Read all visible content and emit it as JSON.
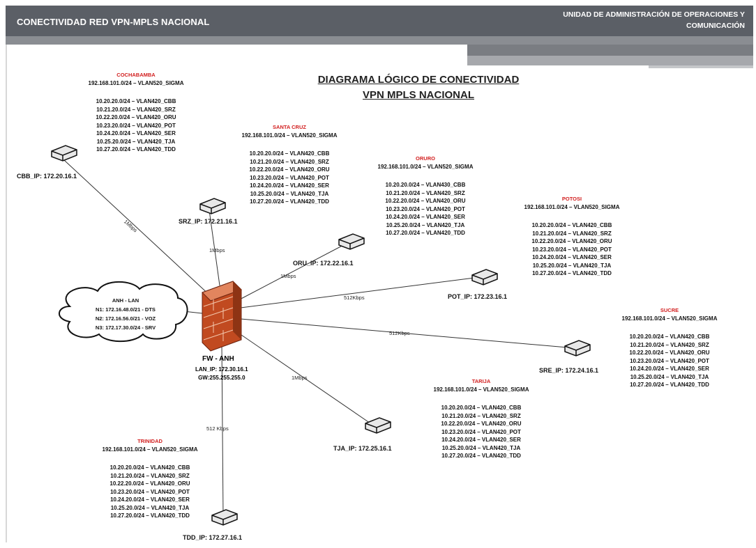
{
  "header": {
    "title": "CONECTIVIDAD RED VPN-MPLS NACIONAL",
    "unit_line1": "UNIDAD DE ADMINISTRACIÓN DE OPERACIONES Y",
    "unit_line2": "COMUNICACIÓN"
  },
  "diagram": {
    "title_line1": "DIAGRAMA LÓGICO DE CONECTIVIDAD",
    "title_line2": "VPN MPLS NACIONAL"
  },
  "core": {
    "firewall_label": "FW - ANH",
    "lan_ip": "LAN_IP: 172.30.16.1",
    "gw": "GW:255.255.255.0",
    "cloud": {
      "title": "ANH - LAN",
      "n1": "N1: 172.16.48.0/21 - DTS",
      "n2": "N2: 172.16.56.0/21 - VOZ",
      "n3": "N3: 172.17.30.0/24 - SRV"
    }
  },
  "sites": {
    "cbb": {
      "name": "COCHABAMBA",
      "vlan": "192.168.101.0/24 – VLAN520_SIGMA",
      "ip": "CBB_IP: 172.20.16.1",
      "bw": "1Mbps",
      "nets": [
        "10.20.20.0/24 – VLAN420_CBB",
        "10.21.20.0/24 – VLAN420_SRZ",
        "10.22.20.0/24 – VLAN420_ORU",
        "10.23.20.0/24 – VLAN420_POT",
        "10.24.20.0/24 – VLAN420_SER",
        "10.25.20.0/24 – VLAN420_TJA",
        "10.27.20.0/24 – VLAN420_TDD"
      ]
    },
    "srz": {
      "name": "SANTA CRUZ",
      "vlan": "192.168.101.0/24 – VLAN520_SIGMA",
      "ip": "SRZ_IP: 172.21.16.1",
      "bw": "1Mbps",
      "nets": [
        "10.20.20.0/24 – VLAN420_CBB",
        "10.21.20.0/24 – VLAN420_SRZ",
        "10.22.20.0/24 – VLAN420_ORU",
        "10.23.20.0/24 – VLAN420_POT",
        "10.24.20.0/24 – VLAN420_SER",
        "10.25.20.0/24 – VLAN420_TJA",
        "10.27.20.0/24 – VLAN420_TDD"
      ]
    },
    "oru": {
      "name": "ORURO",
      "vlan": "192.168.101.0/24 – VLAN520_SIGMA",
      "ip": "ORU_IP: 172.22.16.1",
      "bw": "1Mbps",
      "nets": [
        "10.20.20.0/24 – VLAN430_CBB",
        "10.21.20.0/24 – VLAN420_SRZ",
        "10.22.20.0/24 – VLAN420_ORU",
        "10.23.20.0/24 – VLAN420_POT",
        "10.24.20.0/24 – VLAN420_SER",
        "10.25.20.0/24 – VLAN420_TJA",
        "10.27.20.0/24 – VLAN420_TDD"
      ]
    },
    "pot": {
      "name": "POTOSI",
      "vlan": "192.168.101.0/24 – VLAN520_SIGMA",
      "ip": "POT_IP: 172.23.16.1",
      "bw": "512Kbps",
      "nets": [
        "10.20.20.0/24 – VLAN420_CBB",
        "10.21.20.0/24 – VLAN420_SRZ",
        "10.22.20.0/24 – VLAN420_ORU",
        "10.23.20.0/24 – VLAN420_POT",
        "10.24.20.0/24 – VLAN420_SER",
        "10.25.20.0/24 – VLAN420_TJA",
        "10.27.20.0/24 – VLAN420_TDD"
      ]
    },
    "sre": {
      "name": "SUCRE",
      "vlan": "192.168.101.0/24 – VLAN520_SIGMA",
      "ip": "SRE_IP: 172.24.16.1",
      "bw": "512Kbps",
      "nets": [
        "10.20.20.0/24 – VLAN420_CBB",
        "10.21.20.0/24 – VLAN420_SRZ",
        "10.22.20.0/24 – VLAN420_ORU",
        "10.23.20.0/24 – VLAN420_POT",
        "10.24.20.0/24 – VLAN420_SER",
        "10.25.20.0/24 – VLAN420_TJA",
        "10.27.20.0/24 – VLAN420_TDD"
      ]
    },
    "tja": {
      "name": "TARIJA",
      "vlan": "192.168.101.0/24 – VLAN520_SIGMA",
      "ip": "TJA_IP: 172.25.16.1",
      "bw": "1Mbps",
      "nets": [
        "10.20.20.0/24 – VLAN420_CBB",
        "10.21.20.0/24 – VLAN420_SRZ",
        "10.22.20.0/24 – VLAN420_ORU",
        "10.23.20.0/24 – VLAN420_POT",
        "10.24.20.0/24 – VLAN420_SER",
        "10.25.20.0/24 – VLAN420_TJA",
        "10.27.20.0/24 – VLAN420_TDD"
      ]
    },
    "tdd": {
      "name": "TRINIDAD",
      "vlan": "192.168.101.0/24 – VLAN520_SIGMA",
      "ip": "TDD_IP: 172.27.16.1",
      "bw": "512 Kbps",
      "nets": [
        "10.20.20.0/24 – VLAN420_CBB",
        "10.21.20.0/24 – VLAN420_SRZ",
        "10.22.20.0/24 – VLAN420_ORU",
        "10.23.20.0/24 – VLAN420_POT",
        "10.24.20.0/24 – VLAN420_SER",
        "10.25.20.0/24 – VLAN420_TJA",
        "10.27.20.0/24 – VLAN420_TDD"
      ]
    }
  }
}
